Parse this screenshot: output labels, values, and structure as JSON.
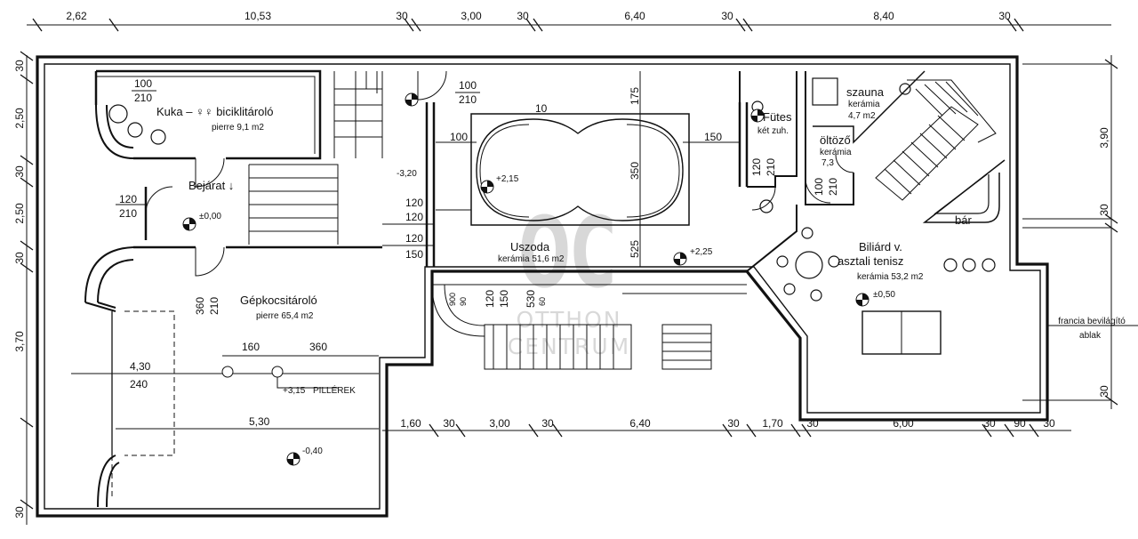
{
  "top_dimensions": [
    "2,62",
    "10,53",
    "30",
    "3,00",
    "30",
    "6,40",
    "30",
    "8,40",
    "30"
  ],
  "bottom_dimensions": [
    "1,60",
    "30",
    "3,00",
    "30",
    "6,40",
    "30",
    "1,70",
    "30",
    "6,00",
    "30",
    "90",
    "30"
  ],
  "left_dimensions": [
    "30",
    "2,50",
    "30",
    "2,50",
    "30",
    "3,70",
    "30"
  ],
  "right_dimensions": [
    "3,90",
    "30",
    "30"
  ],
  "rooms": {
    "kuka": {
      "name": "Kuka – ♀♀ biciklitároló",
      "finish": "pierre 9,1 m2"
    },
    "entrance": {
      "name": "Bejárat ↓"
    },
    "garage": {
      "name": "Gépkocsitároló",
      "finish": "pierre 65,4 m2"
    },
    "pool": {
      "name": "Uszoda",
      "finish": "kerámia 51,6 m2"
    },
    "heating": {
      "name": "Fütes",
      "note": "két zuh."
    },
    "sauna": {
      "name": "szauna",
      "material": "kerámia",
      "area": "4,7 m2"
    },
    "changing": {
      "name": "öltöző",
      "material": "kerámia",
      "area": "7,3"
    },
    "bar": {
      "name": "bár"
    },
    "billiard": {
      "line1": "Biliárd v.",
      "line2": "asztali tenisz",
      "finish": "kerámia 53,2 m2"
    }
  },
  "door_labels": {
    "kuka_door": [
      "100",
      "210"
    ],
    "pool_door": [
      "100",
      "210"
    ],
    "entrance_door": [
      "120",
      "210"
    ],
    "garage_door": [
      "360",
      "210"
    ],
    "heating_door": [
      "120",
      "210"
    ],
    "billiard_door": [
      "100",
      "210"
    ]
  },
  "inner_dimensions": {
    "pool_top": "175",
    "pool_height": "350",
    "pool_bottom": "525",
    "pool_left": "100",
    "pool_right": "150",
    "pool_notch": "10",
    "stair_120_a": "120",
    "stair_120_b": "120",
    "stair_120_c": "120",
    "stair_150": "150",
    "below_pool": [
      "900",
      "90",
      "120",
      "150",
      "530",
      "60"
    ],
    "garage_160": "160",
    "garage_360": "360",
    "garage_430": "4,30",
    "garage_240": "240",
    "garage_530": "5,30"
  },
  "levels": {
    "entrance": "±0,00",
    "stair": "-3,20",
    "pool_deck": "+2,15",
    "pool": "+2,25",
    "billiard": "±0,50",
    "garage": "-0,40",
    "pillars": "+3,15",
    "pillars_label": "PILLÉREK"
  },
  "callout": {
    "line1": "francia bevilágító",
    "line2": "ablak"
  },
  "watermark": {
    "logo": "OC",
    "line1": "OTTHON",
    "line2": "CENTRUM"
  }
}
